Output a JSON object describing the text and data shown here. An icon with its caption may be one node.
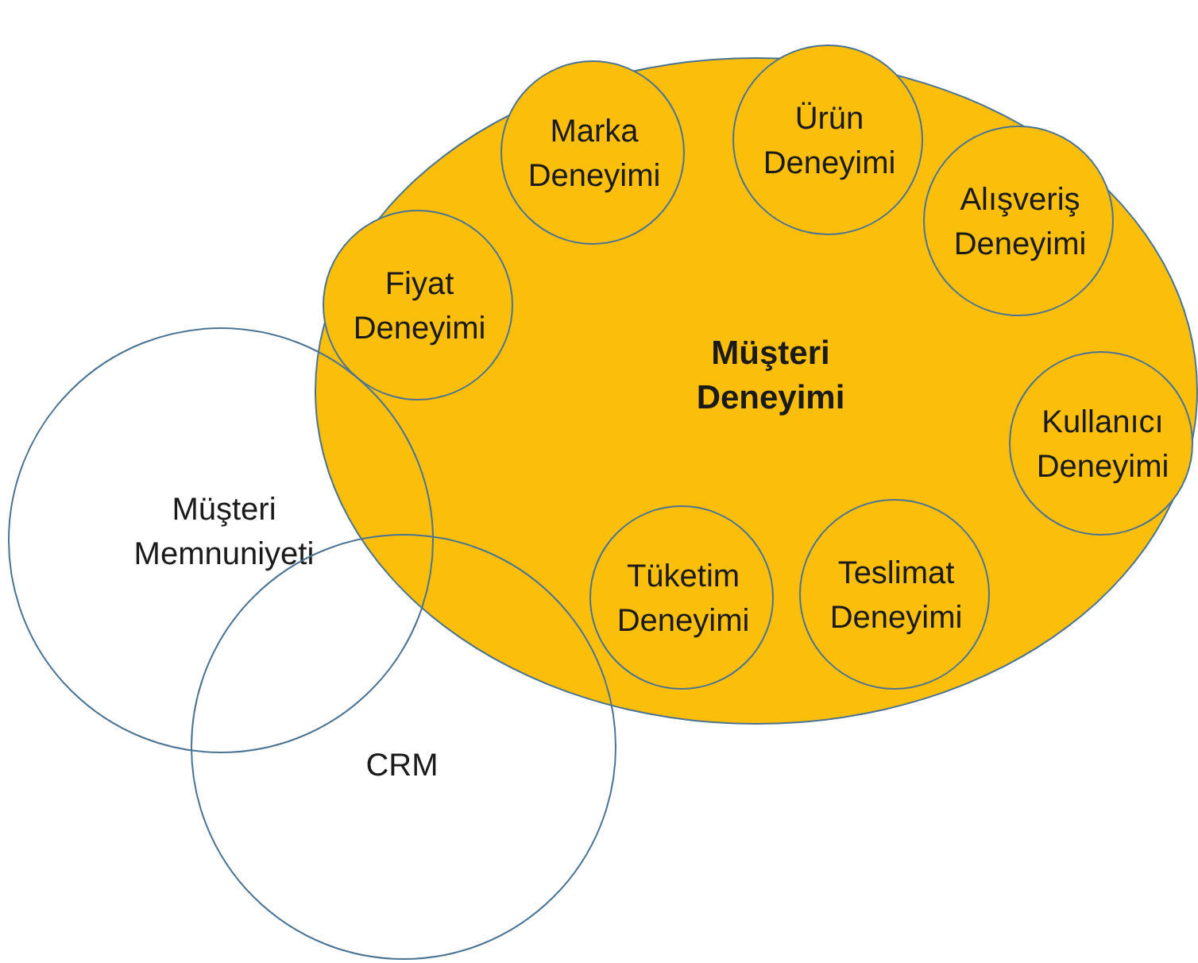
{
  "diagram": {
    "nodes": [
      {
        "text": [
          "Müşteri Deneyimi"
        ]
      },
      {
        "text": [
          "Marka Deneyimi"
        ],
        "in": 0
      },
      {
        "text": [
          "Ürün Deneyimi"
        ],
        "in": 0
      },
      {
        "text": [
          "Alışveriş Deneyimi"
        ],
        "in": 0
      },
      {
        "text": [
          "Fiyat Deneyimi"
        ],
        "in": 0
      },
      {
        "text": [
          "Kullanıcı Deneyimi"
        ],
        "in": 0
      },
      {
        "text": [
          "Tüketim Deneyimi"
        ],
        "in": 0
      },
      {
        "text": [
          "Teslimat Deneyimi"
        ],
        "in": 0
      },
      {
        "text": [
          "Müşteri Memnuniyeti"
        ]
      },
      {
        "text": [
          "CRM"
        ]
      }
    ]
  }
}
